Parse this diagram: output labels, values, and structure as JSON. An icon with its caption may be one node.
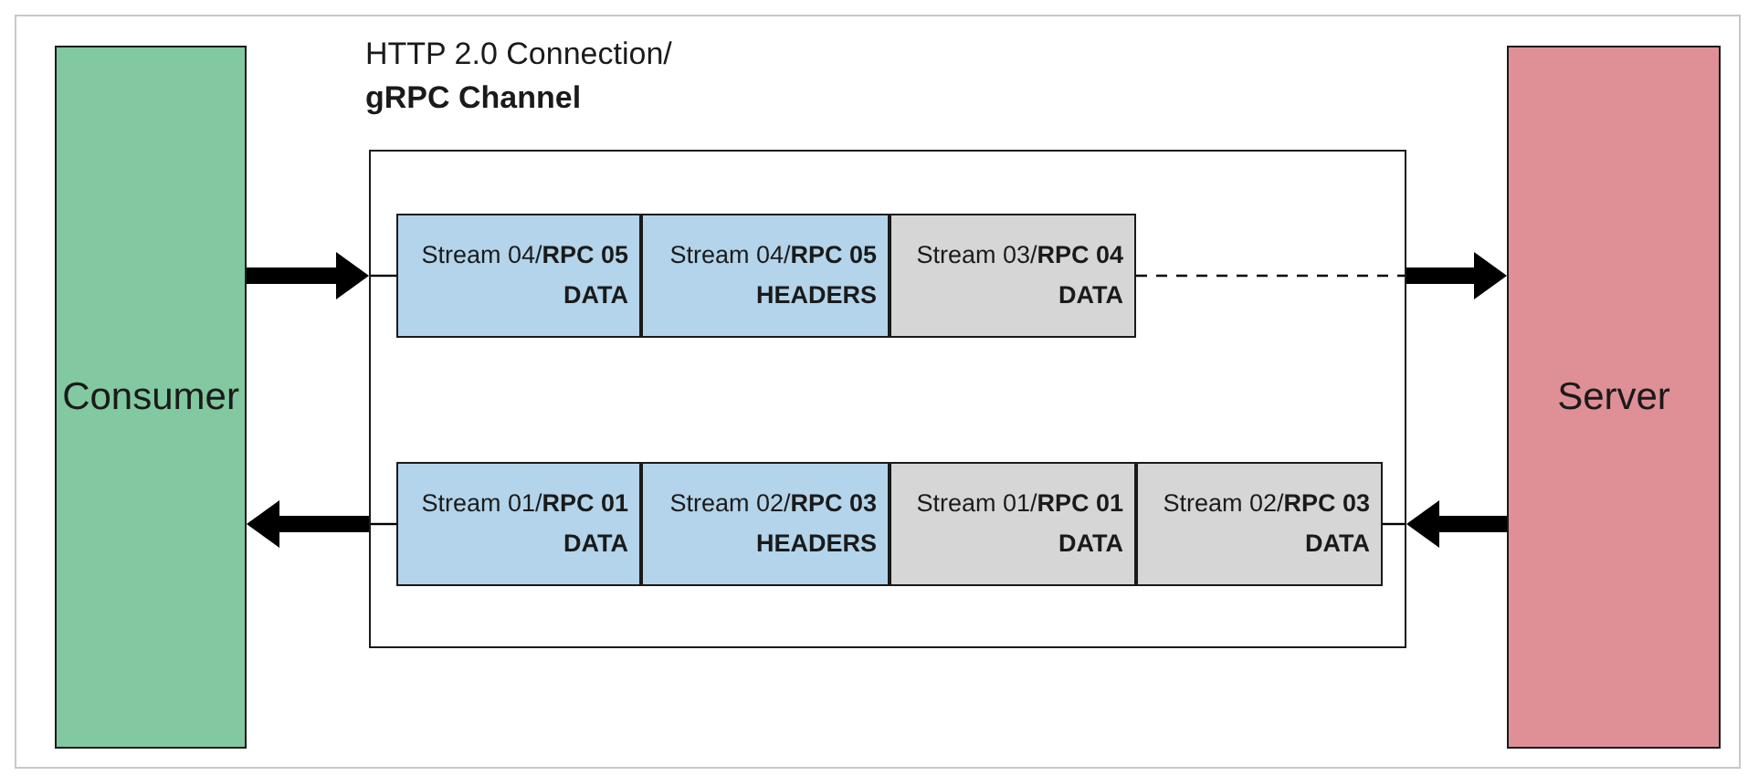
{
  "diagram": {
    "nodes": [
      {
        "text": [
          "Consumer"
        ]
      },
      {
        "text": [
          "HTTP 2.0 Connection/ **gRPC Channel**"
        ]
      },
      {
        "text": [
          "Stream 04/**RPC 05**",
          "DATA"
        ],
        "in": 1
      },
      {
        "text": [
          "Stream 04/**RPC 05**",
          "HEADERS"
        ],
        "in": 1
      },
      {
        "text": [
          "Stream 03/**RPC 04**",
          "DATA"
        ],
        "in": 1
      },
      {
        "text": [
          "Stream 01/**RPC 01**",
          "DATA"
        ],
        "in": 1
      },
      {
        "text": [
          "Stream 02/**RPC 03**",
          "HEADERS"
        ],
        "in": 1
      },
      {
        "text": [
          "Stream 01/**RPC 01**",
          "DATA"
        ],
        "in": 1
      },
      {
        "text": [
          "Stream 02/**RPC 03**",
          "DATA"
        ],
        "in": 1
      },
      {
        "text": [
          "Server"
        ]
      }
    ],
    "edges": [
      {
        "from": 0,
        "to": 1,
        "arrow": "to",
        "style": "thick"
      },
      {
        "from": 1,
        "to": 2,
        "arrow": "none"
      },
      {
        "from": 4,
        "to": 1,
        "arrow": "none",
        "style": "dashed"
      },
      {
        "from": 1,
        "to": 9,
        "arrow": "to",
        "style": "thick"
      },
      {
        "from": 9,
        "to": 1,
        "arrow": "to",
        "style": "thick"
      },
      {
        "from": 8,
        "to": 1,
        "arrow": "none"
      },
      {
        "from": 5,
        "to": 1,
        "arrow": "none"
      },
      {
        "from": 1,
        "to": 0,
        "arrow": "to",
        "style": "thick"
      }
    ]
  }
}
